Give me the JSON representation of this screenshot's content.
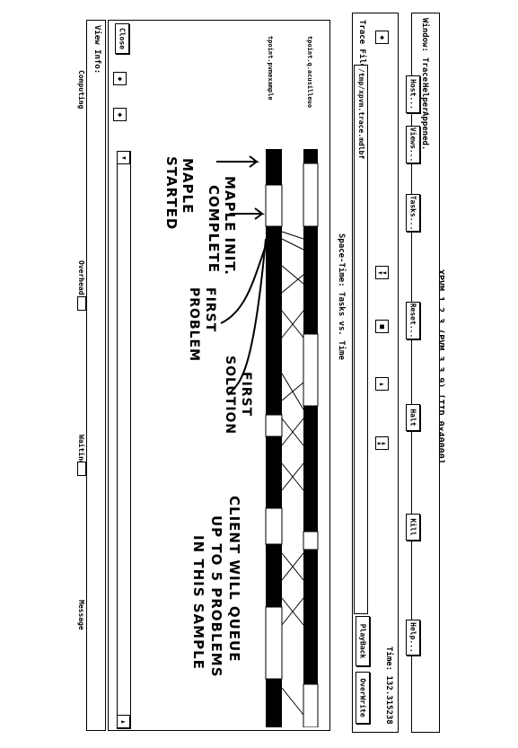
{
  "window_title": "XPVM 1.2.3 (PVM 3.3.9) [TID 0x40000]",
  "menu_bar": {
    "label": "Window:",
    "links": [
      "Trace",
      "Helper",
      "Appened."
    ],
    "buttons": [
      "Host...",
      "Views...",
      "Tasks...",
      "Reset...",
      "Halt",
      "Kill",
      "Help..."
    ]
  },
  "trace_bar": {
    "label": "Trace File:",
    "file_value": "/tmp/xpvm.trace.mdlbf",
    "time_label": "Time: 132.315238",
    "play_buttons": [
      "◄◄",
      "■",
      "►",
      "►►"
    ],
    "mode_buttons": [
      "PlayBack",
      "OverWrite"
    ]
  },
  "space_time": {
    "title": "Space-Time: Tasks vs. Time",
    "tasks": [
      "tpoint.q.acusilleuo",
      "tpoint.pvmexample"
    ],
    "scroll_left_arrow": "◄",
    "scroll_right_arrow": "►"
  },
  "view_info": {
    "label": "View Info:",
    "computing_label": "Computing",
    "overhead_label": "Overhead",
    "waiting_label": "Waiting",
    "message_label": "Message",
    "close_label": "Close"
  },
  "annotations": [
    "MAPLE STARTED",
    "MAPLE INIT. COMPLETE",
    "FIRST PROBLEM",
    "FIRST SOLUTION",
    "CLIENT WILL QUEUE UP TO 5 PROBLEMS IN THIS SAMPLE"
  ]
}
